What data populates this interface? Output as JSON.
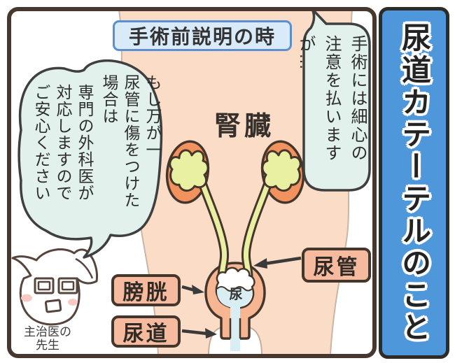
{
  "sidebar": {
    "title": "尿道カテーテルのこと"
  },
  "panel": {
    "header": "手術前説明の時",
    "bubbles": {
      "caution": "手術には細心の\n注意を払いますが…",
      "reassure_part1": "もし万が一\n尿管に傷をつけた\n場合は",
      "reassure_part2": "専門の外科医が\n対応しますので\nご安心ください"
    },
    "anatomy": {
      "kidney": "腎臓",
      "ureter": "尿管",
      "bladder": "膀胱",
      "urethra": "尿道",
      "urine": "尿"
    },
    "doctor_caption": "主治医の\n先生"
  },
  "colors": {
    "sidebar_blue": "#4D97DA",
    "body_peach": "#FBDCC7",
    "kidney_orange": "#F2925F",
    "ureter_yellow_green": "#E9F0A2",
    "bladder_wall_salmon": "#F5B691",
    "label_salmon": "#F6BA9E",
    "bubble_mint": "#E3F1ED",
    "urine_blue": "#D9EEF2",
    "header_blue_bg": "#D9EAF8",
    "header_blue_border": "#5A8FD0",
    "outline_dark": "#45362E",
    "panel_border": "#47382F"
  }
}
